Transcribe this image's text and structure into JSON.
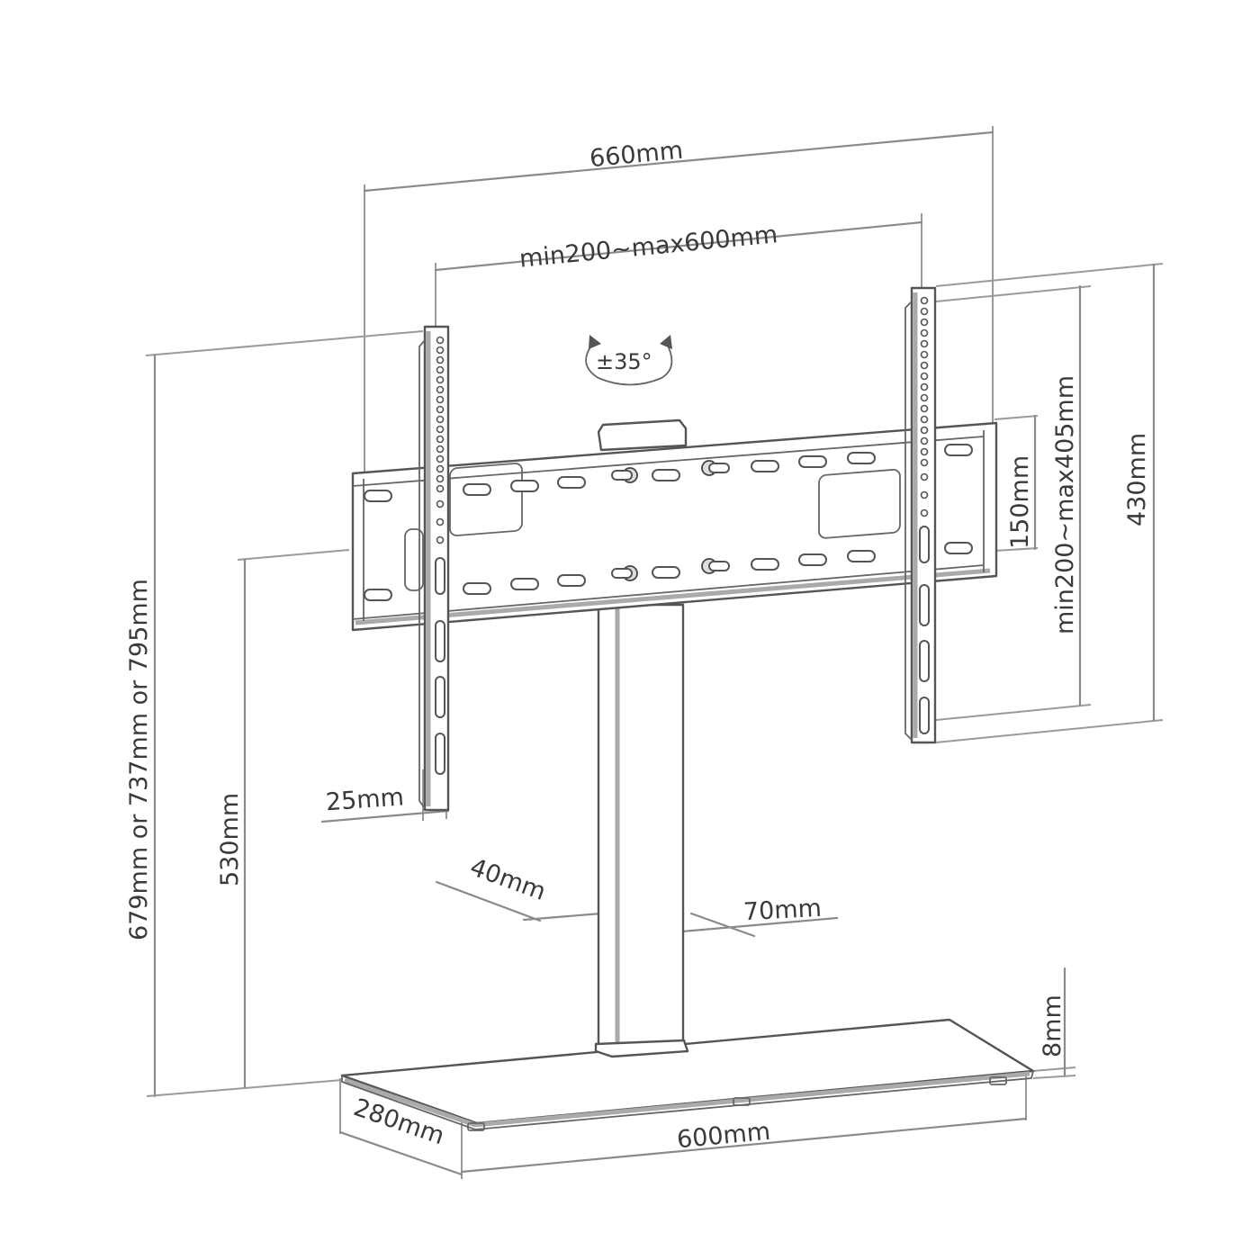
{
  "diagram": {
    "subject": "TV stand with VESA mounting bracket – dimension drawing",
    "colors": {
      "line": "#555555",
      "dimension": "#8a8a8a",
      "text": "#3a3a3a",
      "background": "#ffffff"
    },
    "dimensions": {
      "overall_bracket_width": "660mm",
      "vesa_horizontal": "min200~max600mm",
      "tilt_rotation": "±35°",
      "overall_bracket_height": "430mm",
      "vesa_vertical": "min200~max405mm",
      "crossbar_height": "150mm",
      "arm_depth": "25mm",
      "total_height": "679mm or 737mm or 795mm",
      "pole_mount_height": "530mm",
      "pole_depth": "40mm",
      "pole_width": "70mm",
      "base_thickness": "8mm",
      "base_depth": "280mm",
      "base_width": "600mm"
    }
  }
}
